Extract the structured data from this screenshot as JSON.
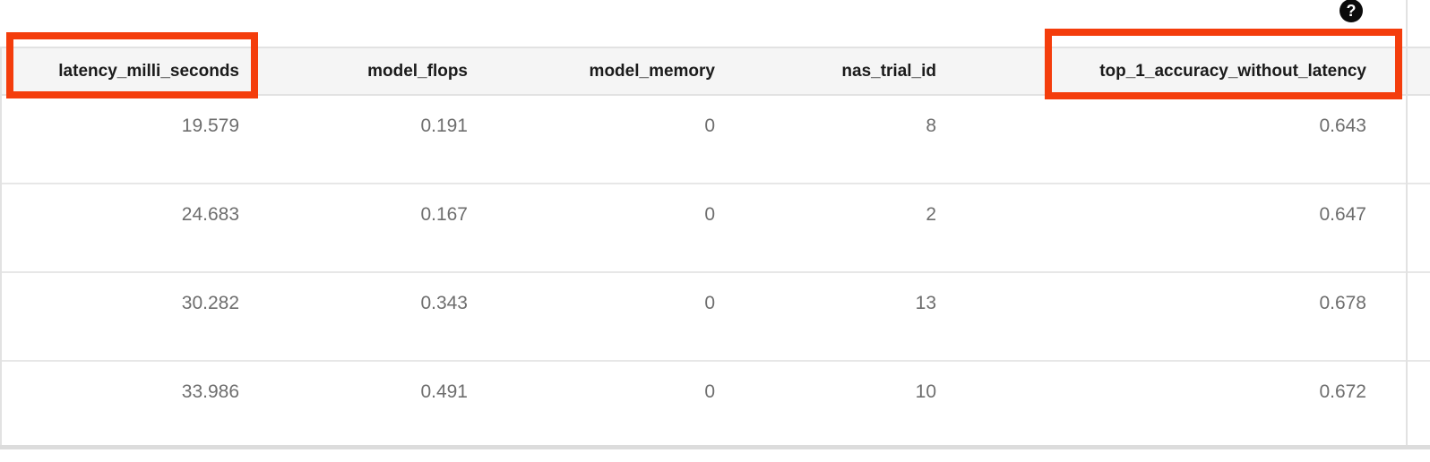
{
  "help": {
    "glyph": "?"
  },
  "colors": {
    "highlight_box": "#f43d0c",
    "header_background": "#f5f5f5",
    "grid_line": "#e2e2e2",
    "header_text": "#1b1b1b",
    "value_text": "#6e6e6e",
    "help_icon_background": "#0b0b0b"
  },
  "table": {
    "columns": [
      {
        "label": "latency_milli_seconds",
        "highlighted": true
      },
      {
        "label": "model_flops",
        "highlighted": false
      },
      {
        "label": "model_memory",
        "highlighted": false
      },
      {
        "label": "nas_trial_id",
        "highlighted": false
      },
      {
        "label": "top_1_accuracy_without_latency",
        "highlighted": true
      }
    ],
    "rows": [
      [
        "19.579",
        "0.191",
        "0",
        "8",
        "0.643"
      ],
      [
        "24.683",
        "0.167",
        "0",
        "2",
        "0.647"
      ],
      [
        "30.282",
        "0.343",
        "0",
        "13",
        "0.678"
      ],
      [
        "33.986",
        "0.491",
        "0",
        "10",
        "0.672"
      ]
    ]
  }
}
